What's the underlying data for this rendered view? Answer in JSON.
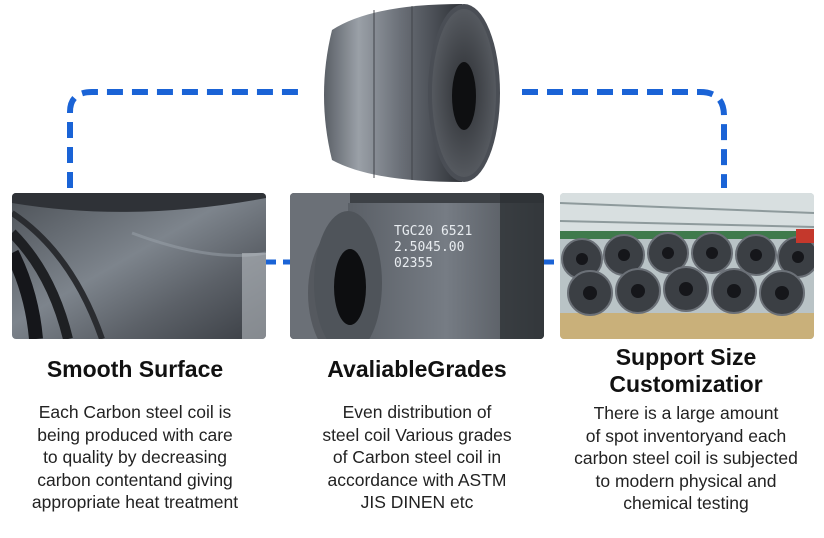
{
  "columns": [
    {
      "heading": "Smooth Surface",
      "lines": [
        "Each Carbon steel coil is",
        "being produced with care",
        "to quality by decreasing",
        "carbon contentand giving",
        "appropriate heat treatment"
      ]
    },
    {
      "heading": "AvaliableGrades",
      "lines": [
        "Even distribution of",
        "steel coil Various grades",
        "of Carbon steel coil in",
        "accordance with ASTM",
        "JIS DINEN etc"
      ]
    },
    {
      "heading_lines": [
        "Support Size",
        "Customizatior"
      ],
      "lines": [
        "There is a large amount",
        "of spot inventoryand each",
        "carbon steel coil is subjected",
        "to modern physical and",
        "chemical testing"
      ]
    }
  ],
  "coil_markings": {
    "line1": "TGC20 6521",
    "line2": "2.5045.00",
    "line3": "02355"
  },
  "colors": {
    "connector": "#1a63d6",
    "steel_dark": "#3a3d42",
    "steel_light": "#8a9098"
  }
}
